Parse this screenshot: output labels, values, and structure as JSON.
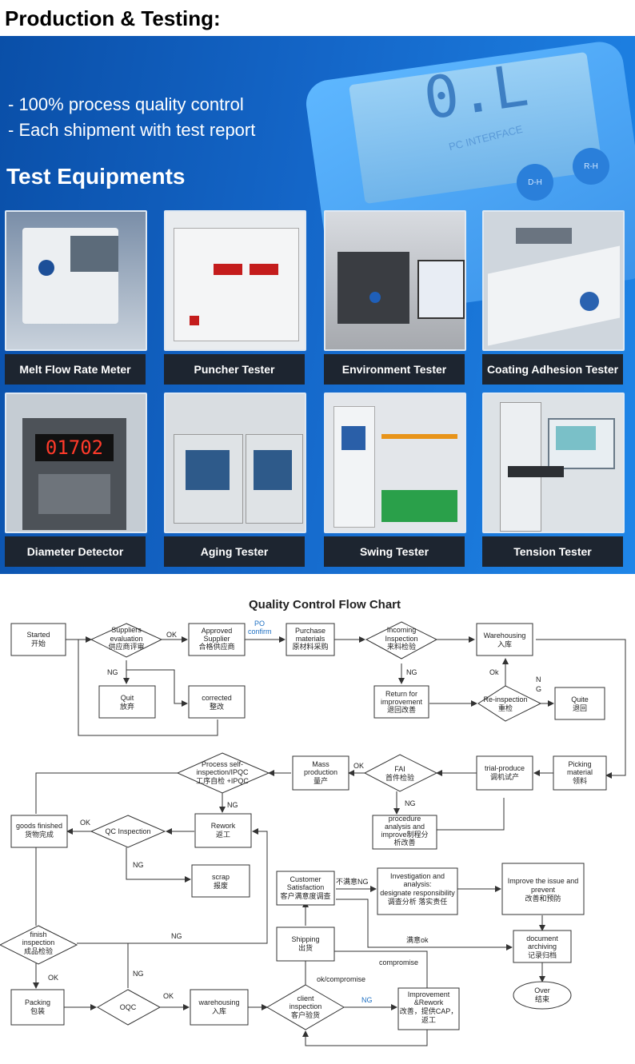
{
  "header": {
    "title": "Production & Testing:"
  },
  "banner": {
    "slogan1": "- 100% process quality control",
    "slogan2": "- Each shipment with test report",
    "heading": "Test Equipments",
    "meter_reading": "0.L",
    "meter_interface": "PC INTERFACE",
    "btn_dh": "D-H",
    "btn_rh": "R-H"
  },
  "equipment": [
    {
      "label": "Melt Flow Rate Meter"
    },
    {
      "label": "Puncher Tester"
    },
    {
      "label": "Environment Tester"
    },
    {
      "label": "Coating Adhesion Tester"
    },
    {
      "label": "Diameter Detector"
    },
    {
      "label": "Aging Tester"
    },
    {
      "label": "Swing Tester"
    },
    {
      "label": "Tension Tester"
    }
  ],
  "device": {
    "display_value": "01702"
  },
  "flowchart": {
    "title": "Quality Control Flow Chart",
    "nodes": {
      "started": [
        "Started",
        "开始"
      ],
      "suppliers_eval": [
        "Suppliers",
        "evaluation",
        "供应商评审"
      ],
      "approved_supplier": [
        "Approved",
        "Supplier",
        "合格供应商"
      ],
      "purchase": [
        "Purchase",
        "materials",
        "原材料采购"
      ],
      "incoming": [
        "Incoming",
        "Inspection",
        "来料检验"
      ],
      "warehousing_top": [
        "Warehousing",
        "入库"
      ],
      "quit": [
        "Quit",
        "放弃"
      ],
      "corrected": [
        "corrected",
        "整改"
      ],
      "return_improve": [
        "Return for",
        "improvement",
        "退回改善"
      ],
      "reinspection": [
        "Re-inspection",
        "重检"
      ],
      "quite": [
        "Quite",
        "退回"
      ],
      "process_self": [
        "Process self-",
        "inspection/IPQC",
        "工序自检 +IPQC"
      ],
      "mass_prod": [
        "Mass",
        "production",
        "量产"
      ],
      "fai": [
        "FAI",
        "首件检验"
      ],
      "trial_produce": [
        "trial-produce",
        "调机试产"
      ],
      "picking": [
        "Picking",
        "material",
        "领料"
      ],
      "goods_finished": [
        "goods finished",
        "货物完成"
      ],
      "qc_inspection": [
        "QC Inspection"
      ],
      "rework": [
        "Rework",
        "返工"
      ],
      "procedure": [
        "procedure",
        "analysis and",
        "improve制程分",
        "析改善"
      ],
      "scrap": [
        "scrap",
        "报废"
      ],
      "customer_sat": [
        "Customer",
        "Satisfaction",
        "客户满意度调查"
      ],
      "investigation": [
        "Investigation and",
        "analysis:",
        "designate responsibility",
        "调查分析 落实责任"
      ],
      "improve_issue": [
        "Improve the issue and",
        "prevent",
        "改善和预防"
      ],
      "finish_insp": [
        "finish",
        "inspection",
        "成品检验"
      ],
      "shipping": [
        "Shipping",
        "出货"
      ],
      "doc_archiving": [
        "document",
        "archiving",
        "记录归档"
      ],
      "packing": [
        "Packing",
        "包装"
      ],
      "oqc": [
        "OQC"
      ],
      "warehousing_bottom": [
        "warehousing",
        "入库"
      ],
      "client_insp": [
        "client",
        "inspection",
        "客户验货"
      ],
      "improve_rework": [
        "Improvement",
        "&Rework",
        "改善，提供CAP，",
        "返工"
      ],
      "over": [
        "Over",
        "结束"
      ]
    },
    "edge_labels": {
      "ok1": "OK",
      "po": "PO",
      "confirm": "confirm",
      "ng1": "NG",
      "ng2": "NG",
      "ok_reinsp": "Ok",
      "ng_n": "N",
      "ng_g": "G",
      "ok_fai": "OK",
      "ng_fai": "NG",
      "ng_self": "NG",
      "ok_qc": "OK",
      "ng_qc": "NG",
      "ng_finish": "NG",
      "ok_finish": "OK",
      "ng_oqc": "NG",
      "ok_oqc": "OK",
      "dissatisfied": "不满意NG",
      "satisfied": "满意ok",
      "compromise": "compromise",
      "ok_compromise": "ok/compromise",
      "ng_client": "NG"
    }
  }
}
